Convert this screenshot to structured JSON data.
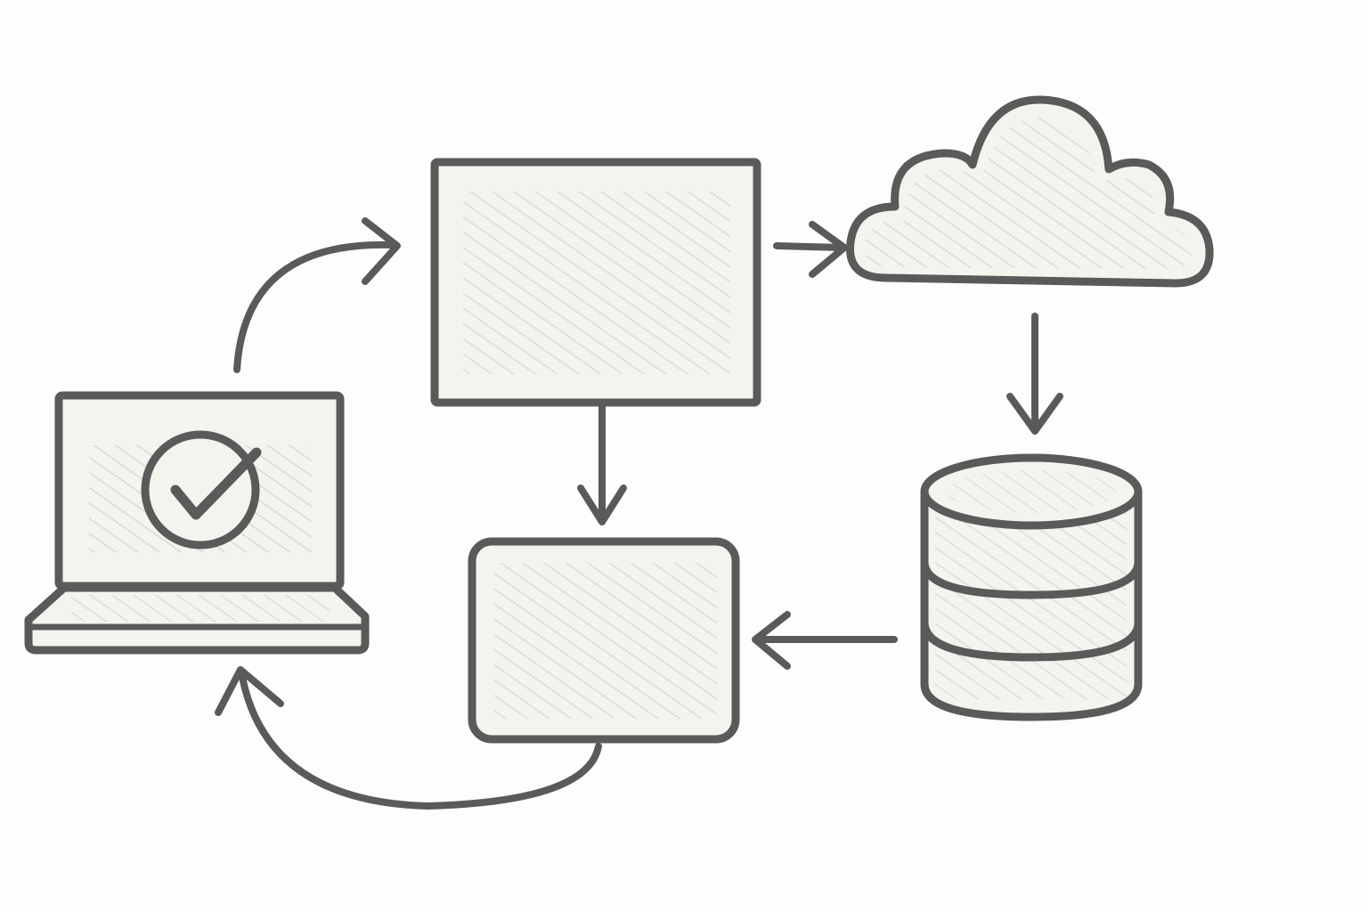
{
  "colors": {
    "ink": "#5a5a5a",
    "paper": "#f4f3ee",
    "hatch": "#c9c9c6",
    "background": "#fdfdfb"
  },
  "nodes": [
    {
      "id": "laptop",
      "shape": "laptop",
      "icon": "check-circle-icon"
    },
    {
      "id": "top-box",
      "shape": "rectangle"
    },
    {
      "id": "cloud",
      "shape": "cloud"
    },
    {
      "id": "database",
      "shape": "cylinder",
      "stack_sections": 3
    },
    {
      "id": "bottom-box",
      "shape": "rounded-rectangle"
    }
  ],
  "edges": [
    {
      "from": "laptop",
      "to": "top-box",
      "style": "curved-arrow"
    },
    {
      "from": "top-box",
      "to": "cloud",
      "style": "arrow"
    },
    {
      "from": "cloud",
      "to": "database",
      "style": "arrow"
    },
    {
      "from": "database",
      "to": "bottom-box",
      "style": "arrow"
    },
    {
      "from": "top-box",
      "to": "bottom-box",
      "style": "arrow"
    },
    {
      "from": "bottom-box",
      "to": "laptop",
      "style": "curved-arrow"
    }
  ]
}
